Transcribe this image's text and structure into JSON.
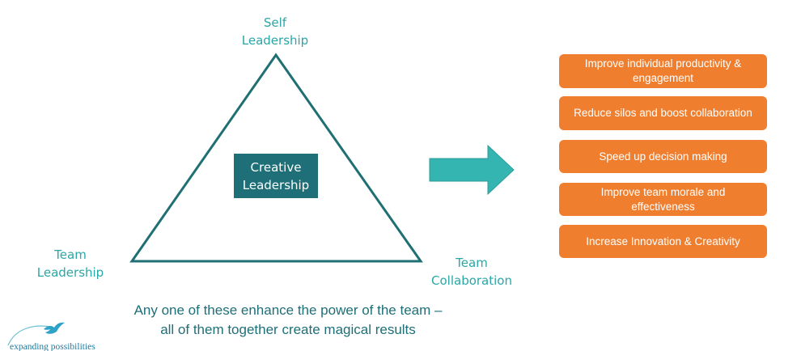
{
  "diagram": {
    "vertices": {
      "top": {
        "line1": "Self",
        "line2": "Leadership"
      },
      "left": {
        "line1": "Team",
        "line2": "Leadership"
      },
      "right": {
        "line1": "Team",
        "line2": "Collaboration"
      }
    },
    "center": {
      "line1": "Creative",
      "line2": "Leadership"
    },
    "benefits": [
      {
        "label": "Improve individual productivity & engagement"
      },
      {
        "label": "Reduce silos and boost collaboration"
      },
      {
        "label": "Speed up decision making"
      },
      {
        "label": "Improve team morale and effectiveness"
      },
      {
        "label": "Increase Innovation & Creativity"
      }
    ],
    "caption": {
      "line1": "Any one of these enhance the power of the team –",
      "line2": "all of them together create magical results"
    }
  },
  "logo": {
    "text": "expanding possibilities"
  },
  "colors": {
    "teal_text": "#2aa6a6",
    "dark_teal": "#1e6f78",
    "triangle_stroke": "#1f6f73",
    "arrow_fill": "#35b5b2",
    "benefit_fill": "#ef7f2f"
  }
}
